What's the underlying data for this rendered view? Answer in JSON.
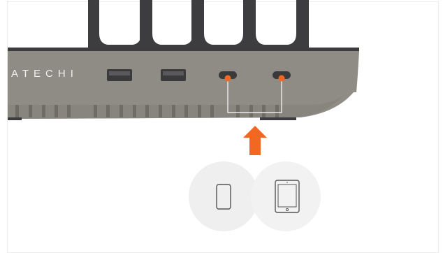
{
  "brand": {
    "wordmark": "ATECHI"
  },
  "colors": {
    "hub_body": "#8f8b85",
    "hub_top_edge": "#3c3c3e",
    "hub_shadow": "#6f6b65",
    "stand_dark": "#3d3d40",
    "port_fill": "#3a3a3c",
    "indicator_orange": "#f26722",
    "bracket_line": "#ffffff",
    "device_circle": "#f0f0f0"
  },
  "ports": [
    {
      "type": "usb-a",
      "highlighted": false
    },
    {
      "type": "usb-a",
      "highlighted": false
    },
    {
      "type": "usb-c",
      "highlighted": true
    },
    {
      "type": "usb-c",
      "highlighted": true
    }
  ],
  "devices": [
    {
      "icon": "smartphone-icon"
    },
    {
      "icon": "tablet-icon"
    }
  ],
  "indicator": {
    "icon": "up-arrow-icon"
  }
}
